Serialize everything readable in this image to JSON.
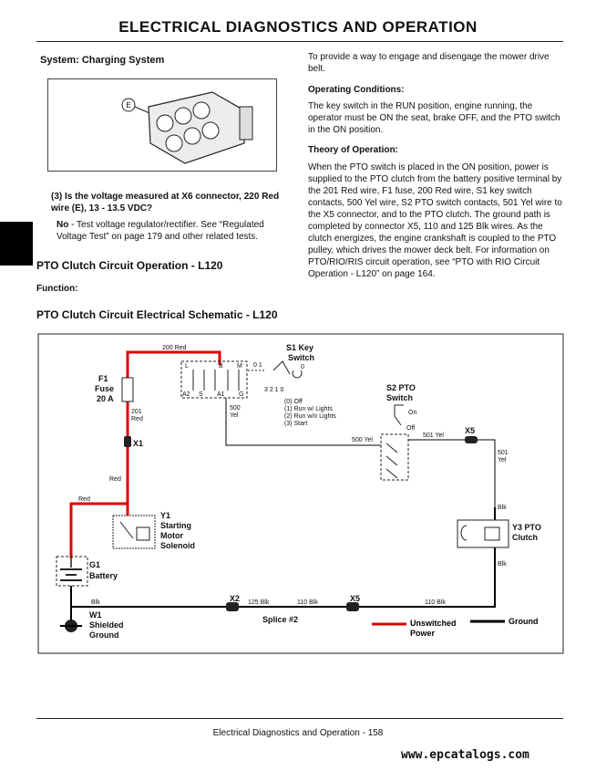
{
  "header": {
    "title": "ELECTRICAL   DIAGNOSTICS AND OPERATION"
  },
  "left": {
    "system": "System: Charging System",
    "connector_label": "E",
    "question": "(3) Is the voltage measured at X6 connector, 220 Red wire (E), 13 - 13.5 VDC?",
    "no_label": "No",
    "no_text": " - Test voltage regulator/rectifier. See “Regulated Voltage Test” on page 179 and other related tests.",
    "section_title": "PTO Clutch Circuit Operation - L120",
    "function_label": "Function:"
  },
  "right": {
    "intro": "To provide a way to engage and disengage the mower drive belt.",
    "conditions_title": "Operating Conditions:",
    "conditions_text": "The key switch in the RUN position, engine running, the operator must be ON the seat, brake OFF, and the PTO switch in the ON position.",
    "theory_title": "Theory of Operation:",
    "theory_text": "When the PTO switch is placed in the ON position, power is supplied to the PTO clutch from the battery positive terminal by the 201 Red wire, F1 fuse, 200 Red wire, S1 key switch contacts, 500 Yel wire, S2 PTO switch contacts, 501 Yel wire to the X5 connector, and to the PTO clutch. The ground path is completed by connector X5, 110 and 125 Blk wires. As the clutch energizes, the engine crankshaft is coupled to the PTO pulley, which drives the mower deck belt. For information on PTO/RIO/RIS circuit operation, see “PTO with RIO Circuit Operation - L120” on page 164."
  },
  "schematic": {
    "title": "PTO Clutch Circuit Electrical Schematic - L120",
    "wire_200": "200 Red",
    "f1": "F1",
    "fuse": "Fuse",
    "amp": "20 A",
    "wire_201a": "201",
    "wire_201b": "Red",
    "x1": "X1",
    "red1": "Red",
    "red2": "Red",
    "y1": "Y1",
    "y1_a": "Starting",
    "y1_b": "Motor",
    "y1_c": "Solenoid",
    "g1": "G1",
    "battery": "Battery",
    "w1": "W1",
    "shielded": "Shielded",
    "ground_lbl": "Ground",
    "blk_left": "Blk",
    "x2": "X2",
    "blk125": "125 Blk",
    "blk110a": "110 Blk",
    "x5_bottom": "X5",
    "blk110b": "110 Blk",
    "splice": "Splice #2",
    "s1": "S1 Key",
    "s1b": "Switch",
    "term_L": "L",
    "term_B": "B",
    "term_M": "M",
    "term_A2": "A2",
    "term_S": "S",
    "term_A1": "A1",
    "term_G": "G",
    "pos_0_1": "0  1",
    "pos_0": "0",
    "pos_3210": "3  2  1  0",
    "pos_off": "(0) Off",
    "pos_run_lights": "(1) Run w/ Lights",
    "pos_run_no": "(2) Run w/o Lights",
    "pos_start": "(3) Start",
    "w500a": "500",
    "w500b": "Yel",
    "s2": "S2 PTO",
    "s2b": "Switch",
    "on": "On",
    "off": "Off",
    "w500yel": "500 Yel",
    "w501yel": "501 Yel",
    "x5_top": "X5",
    "w501a": "501",
    "w501b": "Yel",
    "blk_r1": "Blk",
    "y3": "Y3 PTO",
    "y3b": "Clutch",
    "blk_r2": "Blk",
    "legend_red": "Unswitched",
    "legend_red2": "Power",
    "legend_black": "Ground"
  },
  "footer": {
    "text": "Electrical   Diagnostics and Operation  - 158"
  },
  "watermark": "www.epcatalogs.com",
  "colors": {
    "power": "#e00000",
    "ground": "#000000"
  }
}
